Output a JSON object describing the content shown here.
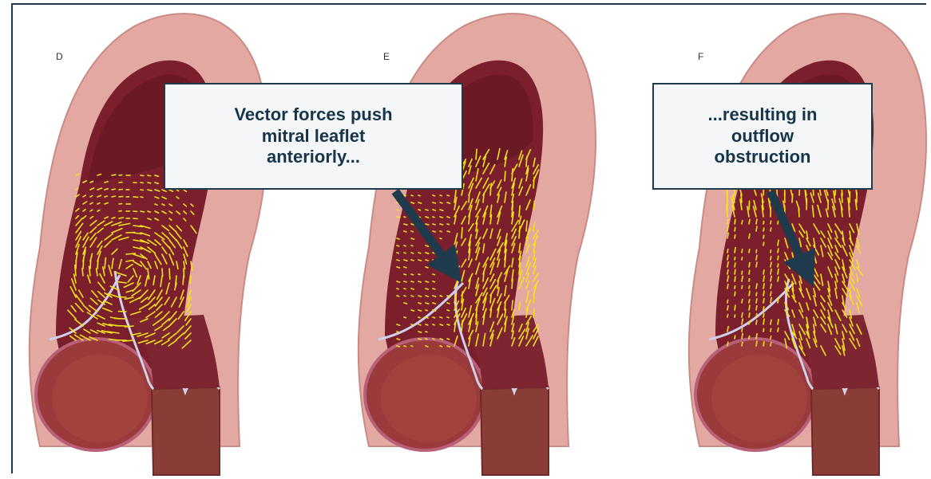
{
  "panels": [
    {
      "letter": "D"
    },
    {
      "letter": "E"
    },
    {
      "letter": "F"
    }
  ],
  "callouts": {
    "left": "Vector forces push\nmitral leaflet\nanteriorly...",
    "right": "...resulting in\noutflow\nobstruction"
  },
  "colors": {
    "wall": "#e3a8a2",
    "wall_edge": "#c98b86",
    "chamber": "#7a1f2b",
    "chamber_dark": "#5c1420",
    "vector": "#f4e21a",
    "leaflet": "#cfd0ea",
    "arrow": "#1f3a4d",
    "border": "#1f3a4d"
  }
}
